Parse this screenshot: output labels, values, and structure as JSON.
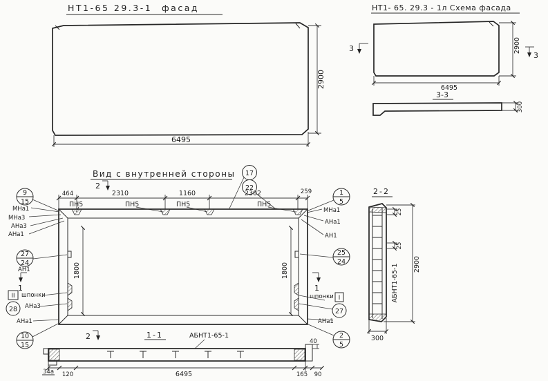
{
  "facade": {
    "code": "НТ1-65 29.3-1",
    "name": "фасад",
    "dim_width": "6495",
    "dim_height": "2900"
  },
  "scheme": {
    "title": "НТ1- 65. 29.3 - 1л Схема фасада",
    "dim_width": "6495",
    "dim_height": "2900",
    "cut_mark": "3",
    "section_title": "3-3",
    "dim_thickness": "300"
  },
  "inner": {
    "title": "Вид с внутренней стороны",
    "dim_segments": [
      "464",
      "2310",
      "1160",
      "2302",
      "259"
    ],
    "plate_label": "ПН5",
    "dim_vertical": "1800",
    "cut_mark_2": "2",
    "cut_mark_1": "1",
    "callout_top_a": "17",
    "callout_top_b": "22",
    "left": {
      "c1_top": "9",
      "c1_bot": "15",
      "lbl1": "МНа1",
      "lbl2": "МНа3",
      "lbl3": "АНа3",
      "lbl4": "АНа1",
      "c2_top": "27",
      "c2_bot": "24",
      "lbl5": "АН1",
      "box": "II",
      "c3": "28",
      "keys": "шпонки",
      "lbl6": "АНа3",
      "lbl7": "АНа1",
      "c4_top": "10",
      "c4_bot": "15"
    },
    "right": {
      "c1_top": "1",
      "c1_bot": "5",
      "lbl1": "МНа1",
      "lbl2": "АНа1",
      "lbl3": "АН1",
      "c2_top": "25",
      "c2_bot": "24",
      "keys": "шпонки",
      "box": "I",
      "c3": "27",
      "lbl4": "АНа1",
      "c4_top": "2",
      "c4_bot": "5"
    }
  },
  "section_1_1": {
    "title": "1-1",
    "part": "АБНТ1-65-1",
    "dim_a": "34а",
    "dim_120": "120",
    "dim_width": "6495",
    "dim_165": "165",
    "dim_90": "90",
    "dim_40": "40"
  },
  "section_2_2": {
    "title": "2-2",
    "dim_25": "25",
    "part": "АБНТ1-65-1",
    "dim_height": "2900",
    "dim_width": "300"
  }
}
